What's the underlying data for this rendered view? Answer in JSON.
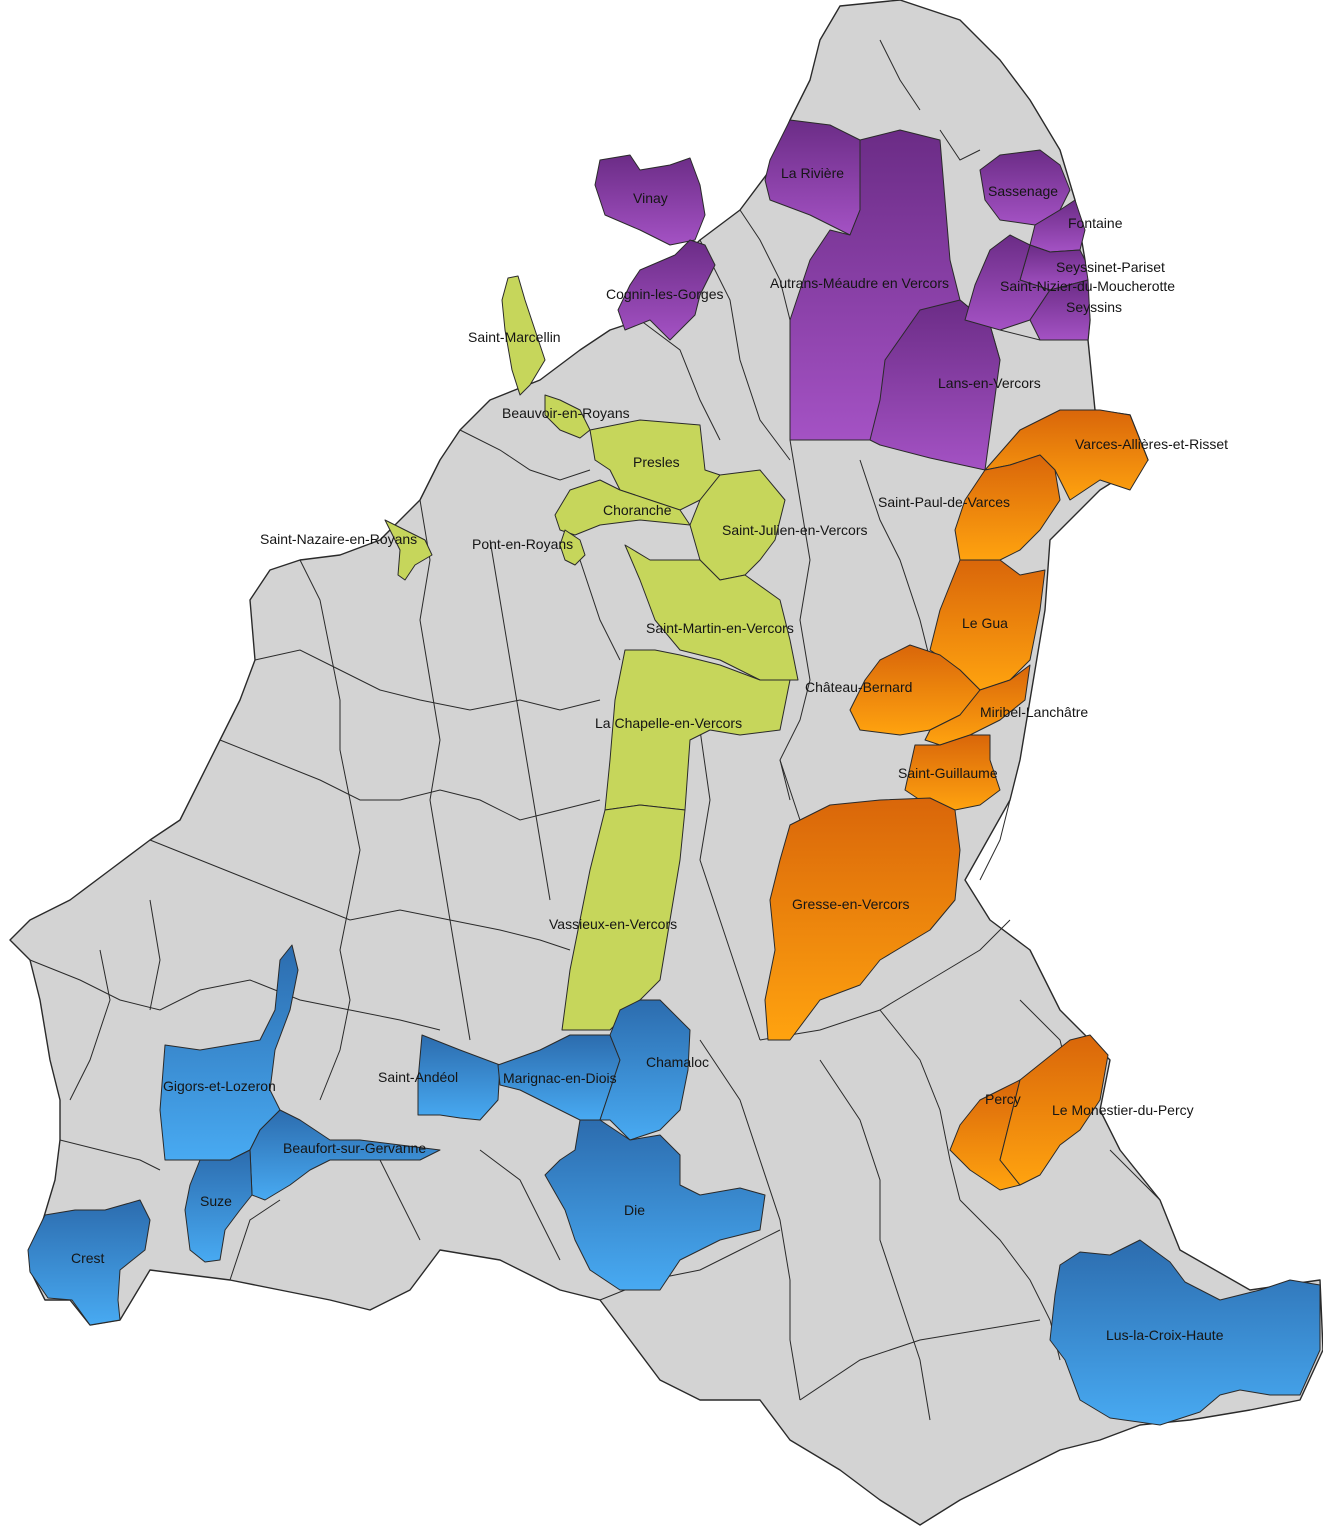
{
  "map": {
    "colors": {
      "background": "#ffffff",
      "other_communes": "#d3d3d3",
      "boundary": "#2a2a2a",
      "purple_group": "#8e44b3",
      "green_group": "#c5d65a",
      "orange_group": "#f08c0a",
      "blue_group": "#3a90dd"
    },
    "groups": [
      {
        "color": "purple",
        "communes": [
          "Vinay",
          "La Rivière",
          "Cognin-les-Gorges",
          "Autrans-Méaudre en Vercors",
          "Sassenage",
          "Fontaine",
          "Seyssinet-Pariset",
          "Saint-Nizier-du-Moucherotte",
          "Seyssins",
          "Lans-en-Vercors"
        ]
      },
      {
        "color": "green",
        "communes": [
          "Saint-Marcellin",
          "Beauvoir-en-Royans",
          "Presles",
          "Choranche",
          "Saint-Nazaire-en-Royans",
          "Pont-en-Royans",
          "Saint-Julien-en-Vercors",
          "Saint-Martin-en-Vercors",
          "La Chapelle-en-Vercors",
          "Vassieux-en-Vercors"
        ]
      },
      {
        "color": "orange",
        "communes": [
          "Varces-Allières-et-Risset",
          "Saint-Paul-de-Varces",
          "Le Gua",
          "Château-Bernard",
          "Miribel-Lanchâtre",
          "Saint-Guillaume",
          "Gresse-en-Vercors",
          "Percy",
          "Le Monestier-du-Percy"
        ]
      },
      {
        "color": "blue",
        "communes": [
          "Gigors-et-Lozeron",
          "Saint-Andéol",
          "Marignac-en-Diois",
          "Chamaloc",
          "Beaufort-sur-Gervanne",
          "Suze",
          "Die",
          "Crest",
          "Lus-la-Croix-Haute"
        ]
      }
    ],
    "labels": {
      "vinay": "Vinay",
      "la_riviere": "La Rivière",
      "cognin": "Cognin-les-Gorges",
      "autrans": "Autrans-Méaudre en Vercors",
      "sassenage": "Sassenage",
      "fontaine": "Fontaine",
      "seyssinet": "Seyssinet-Pariset",
      "saint_nizier": "Saint-Nizier-du-Moucherotte",
      "seyssins": "Seyssins",
      "lans": "Lans-en-Vercors",
      "saint_marcellin": "Saint-Marcellin",
      "beauvoir": "Beauvoir-en-Royans",
      "presles": "Presles",
      "choranche": "Choranche",
      "saint_nazaire": "Saint-Nazaire-en-Royans",
      "pont": "Pont-en-Royans",
      "saint_julien": "Saint-Julien-en-Vercors",
      "saint_martin": "Saint-Martin-en-Vercors",
      "la_chapelle": "La Chapelle-en-Vercors",
      "vassieux": "Vassieux-en-Vercors",
      "varces": "Varces-Allières-et-Risset",
      "saint_paul": "Saint-Paul-de-Varces",
      "le_gua": "Le Gua",
      "chateau_bernard": "Château-Bernard",
      "miribel": "Miribel-Lanchâtre",
      "saint_guillaume": "Saint-Guillaume",
      "gresse": "Gresse-en-Vercors",
      "percy": "Percy",
      "monestier": "Le Monestier-du-Percy",
      "gigors": "Gigors-et-Lozeron",
      "saint_andeol": "Saint-Andéol",
      "marignac": "Marignac-en-Diois",
      "chamaloc": "Chamaloc",
      "beaufort": "Beaufort-sur-Gervanne",
      "suze": "Suze",
      "die": "Die",
      "crest": "Crest",
      "lus": "Lus-la-Croix-Haute"
    }
  }
}
